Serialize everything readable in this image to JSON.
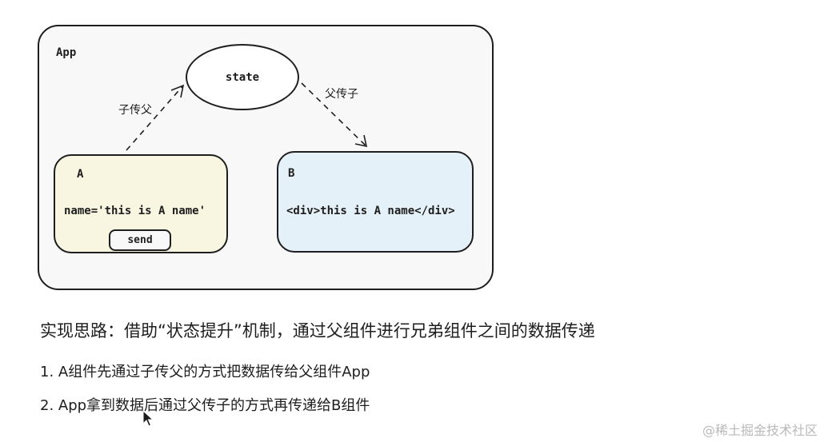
{
  "diagram": {
    "app_label": "App",
    "state_label": "state",
    "child_to_parent_label": "子传父",
    "parent_to_child_label": "父传子",
    "node_a": {
      "title": "A",
      "code": "name='this is A name'",
      "button_label": "send",
      "fill": "#f8f5e1"
    },
    "node_b": {
      "title": "B",
      "code": "<div>this is A name</div>",
      "fill": "#e5f1f8"
    }
  },
  "notes": {
    "heading": "实现思路：借助“状态提升”机制，通过父组件进行兄弟组件之间的数据传递",
    "steps": [
      "1. A组件先通过子传父的方式把数据传给父组件App",
      "2. App拿到数据后通过父传子的方式再传递给B组件"
    ]
  },
  "watermark": "@稀土掘金技术社区",
  "icons": [
    "mouse-cursor-icon"
  ]
}
